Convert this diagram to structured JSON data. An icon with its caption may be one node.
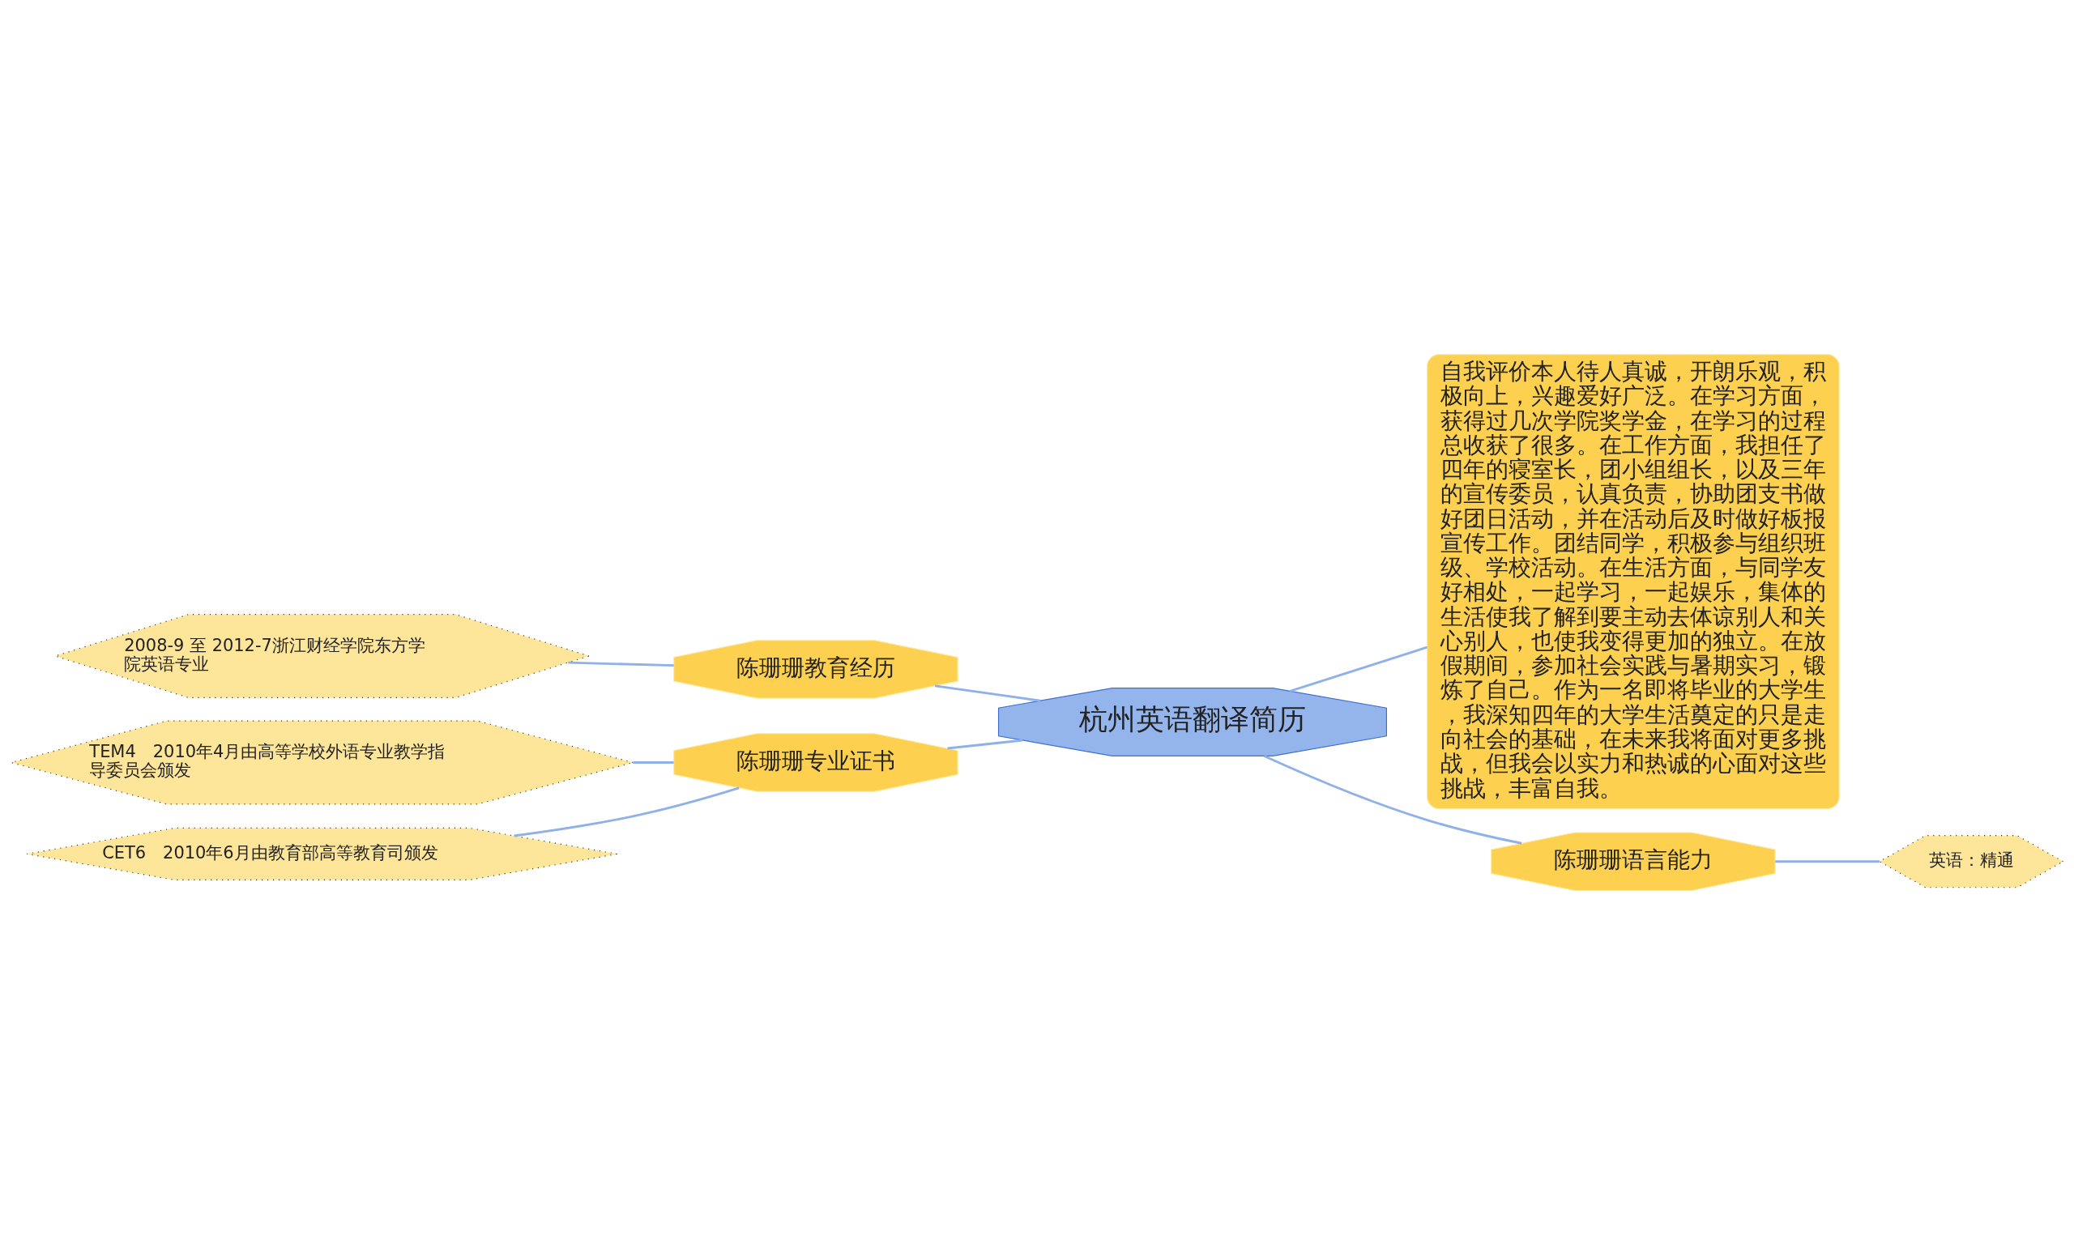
{
  "diagram": {
    "nodes": [
      {
        "text": [
          "杭州英语翻译简历"
        ]
      },
      {
        "text": [
          "陈珊珊教育经历"
        ]
      },
      {
        "text": [
          "2008-9 至 2012-7浙江财经学院东方学院英语专业"
        ]
      },
      {
        "text": [
          "陈珊珊专业证书"
        ]
      },
      {
        "text": [
          "TEM4　2010年4月由高等学校外语专业教学指导委员会颁发"
        ]
      },
      {
        "text": [
          "CET6　2010年6月由教育部高等教育司颁发"
        ]
      },
      {
        "text": [
          "自我评价本人待人真诚，开朗乐观，积极向上，兴趣爱好广泛。在学习方面，获得过几次学院奖学金，在学习的过程总收获了很多。在工作方面，我担任了四年的寝室长，团小组组长，以及三年的宣传委员，认真负责，协助团支书做好团日活动，并在活动后及时做好板报宣传工作。团结同学，积极参与组织班级、学校活动。在生活方面，与同学友好相处，一起学习，一起娱乐，集体的生活使我了解到要主动去体谅别人和关心别人，也使我变得更加的独立。在放假期间，参加社会实践与暑期实习，锻炼了自己。作为一名即将毕业的大学生，我深知四年的大学生活奠定的只是走向社会的基础，在未来我将面对更多挑战，但我会以实力和热诚的心面对这些挑战，丰富自我。"
        ]
      },
      {
        "text": [
          "陈珊珊语言能力"
        ]
      },
      {
        "text": [
          "英语：精通"
        ]
      }
    ],
    "edges": [
      {
        "from": 0,
        "to": 1,
        "arrow": "none"
      },
      {
        "from": 1,
        "to": 2,
        "arrow": "none"
      },
      {
        "from": 0,
        "to": 3,
        "arrow": "none"
      },
      {
        "from": 3,
        "to": 4,
        "arrow": "none"
      },
      {
        "from": 3,
        "to": 5,
        "arrow": "none"
      },
      {
        "from": 0,
        "to": 6,
        "arrow": "none"
      },
      {
        "from": 0,
        "to": 7,
        "arrow": "none"
      },
      {
        "from": 7,
        "to": 8,
        "arrow": "none"
      }
    ]
  }
}
